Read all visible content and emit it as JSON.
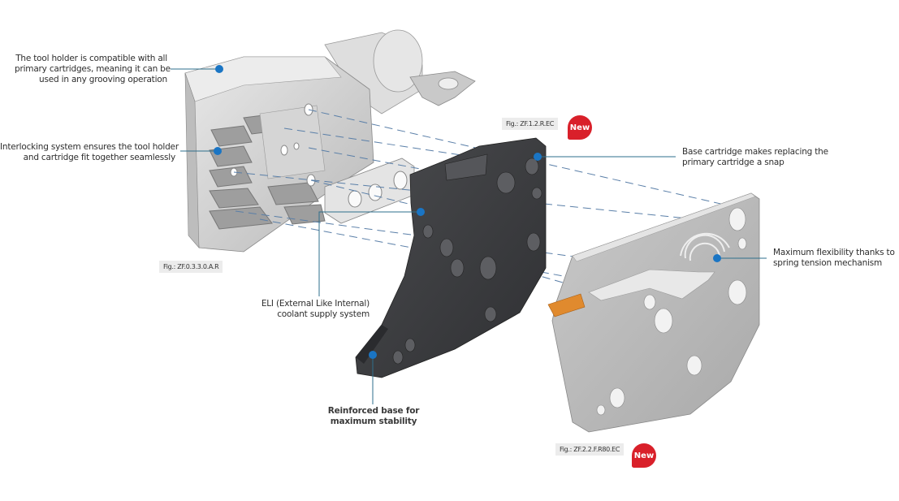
{
  "diagram": {
    "subject": "Exploded view of grooving tool holder, base cartridge and primary cartridge",
    "callouts": {
      "tool_holder_compat": [
        "The tool holder is compatible with all",
        "primary cartridges, meaning it can be",
        "used in any grooving operation"
      ],
      "interlocking": [
        "Interlocking system ensures the tool holder",
        "and cartridge fit together seamlessly"
      ],
      "base_cartridge": [
        "Base cartridge makes replacing the",
        "primary cartridge a snap"
      ],
      "flexibility": [
        "Maximum flexibility thanks to",
        "spring tension mechanism"
      ],
      "eli": [
        "ELI (External Like Internal)",
        "coolant supply system"
      ],
      "reinforced": [
        "Reinforced base for",
        "maximum stability"
      ]
    },
    "figures": {
      "holder": "Fig.: ZF.0.3.3.0.A.R",
      "base_cartridge": "Fig.: ZF.1.2.R.EC",
      "primary_cartridge": "Fig.: ZF.2.2.F.R80.EC"
    },
    "badges": {
      "new_1": "New",
      "new_2": "New"
    },
    "colors": {
      "callout_dot": "#1a75c4",
      "leader_line": "#2e6f8c",
      "badge_red": "#d9202a",
      "cartridge_dark": "#3c3d40",
      "holder_light": "#d8d8d8",
      "insert_orange": "#e08a2e"
    }
  }
}
